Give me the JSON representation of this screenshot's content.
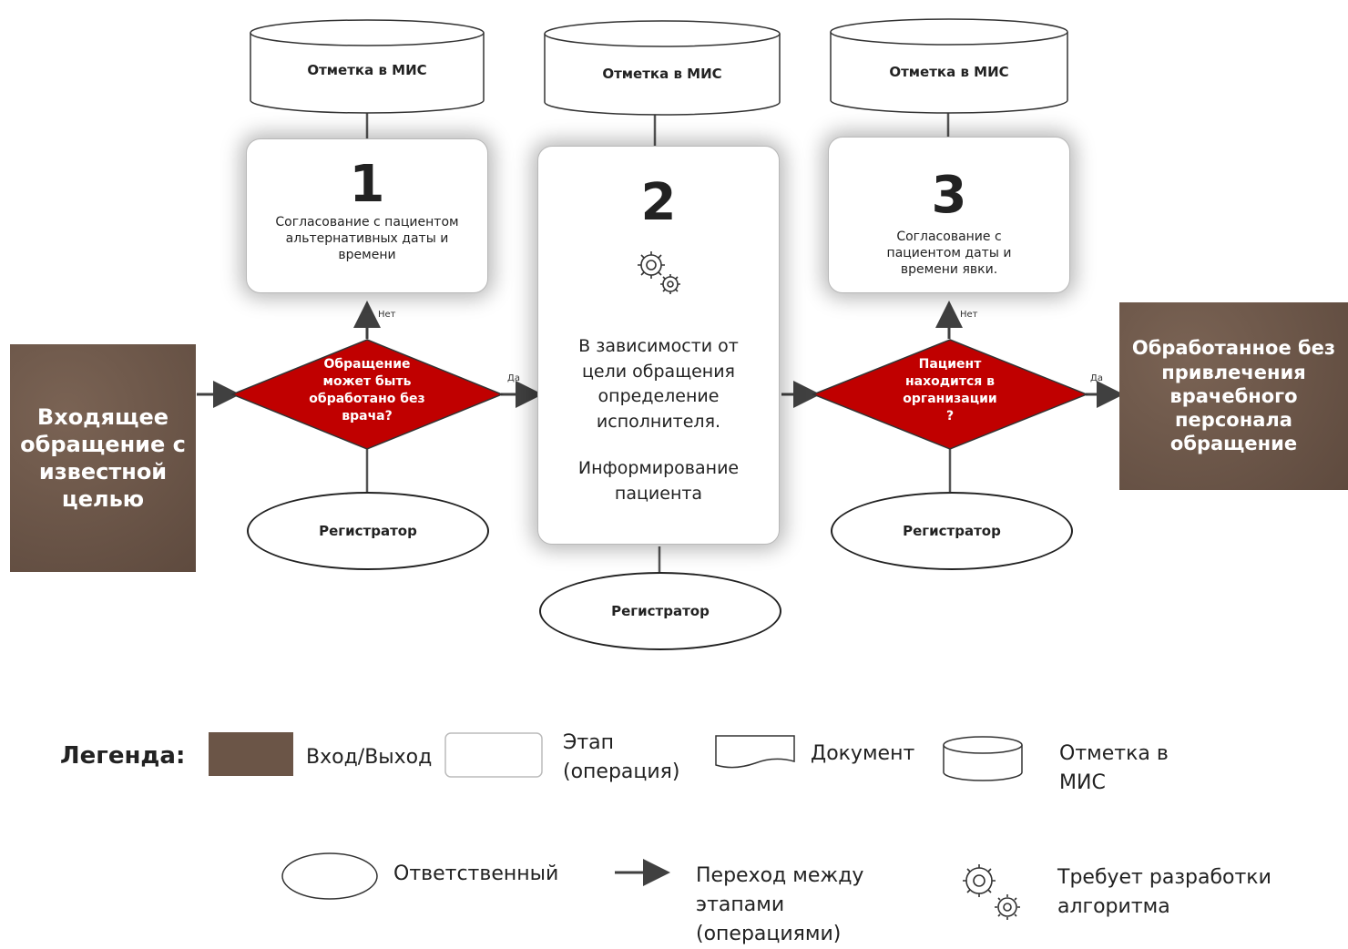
{
  "input_block": {
    "label": "Входящее обращение с известной целью"
  },
  "output_block": {
    "label": "Обработанное без привлечения врачебного персонала обращение"
  },
  "mis_label_1": "Отметка в МИС",
  "mis_label_2": "Отметка в МИС",
  "mis_label_3": "Отметка в МИС",
  "stage1": {
    "number": "1",
    "text": "Согласование с пациентом альтернативных даты и времени"
  },
  "stage2": {
    "number": "2",
    "text": "В зависимости от цели обращения определение исполнителя.",
    "text2": "Информирование пациента",
    "icon": "gears-icon"
  },
  "stage3": {
    "number": "3",
    "text": "Согласование с пациентом даты и времени явки."
  },
  "decision1": {
    "text": "Обращение может быть обработано без врача?",
    "no_label": "Нет",
    "yes_label": "Да"
  },
  "decision2": {
    "text": "Пациент находится в организации ?",
    "no_label": "Нет",
    "yes_label": "Да"
  },
  "responsible_1": "Регистратор",
  "responsible_2": "Регистратор",
  "responsible_3": "Регистратор",
  "colors": {
    "io": "#6b5547",
    "diamond": "#c00000",
    "line": "#404040"
  },
  "legend": {
    "title": "Легенда:",
    "io": "Вход/Выход",
    "stage": "Этап (операция)",
    "document": "Документ",
    "mis": "Отметка в МИС",
    "responsible": "Ответственный",
    "transition": "Переход между этапами (операциями)",
    "algorithm": "Требует разработки алгоритма"
  }
}
